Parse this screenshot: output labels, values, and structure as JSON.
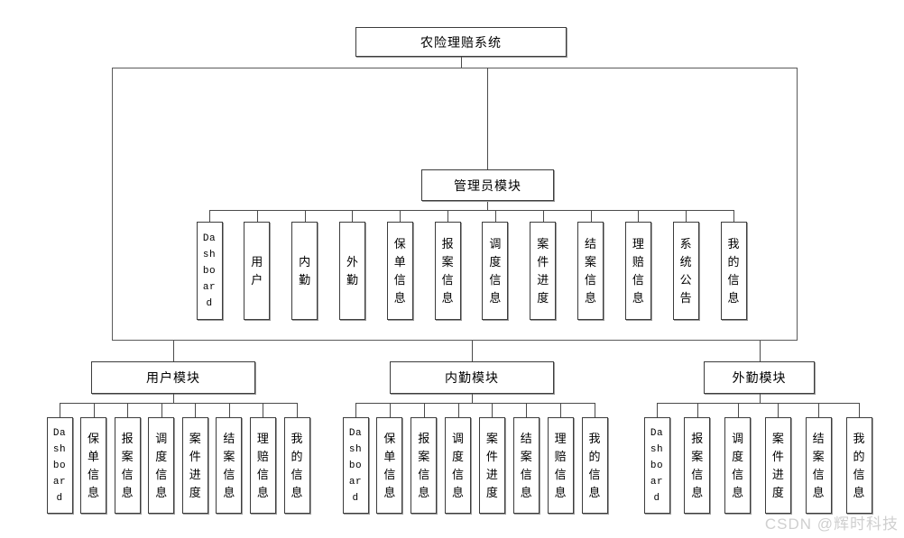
{
  "root": {
    "label": "农险理赔系统"
  },
  "admin": {
    "label": "管理员模块",
    "children": [
      "Dashboard",
      "用户",
      "内勤",
      "外勤",
      "保单信息",
      "报案信息",
      "调度信息",
      "案件进度",
      "结案信息",
      "理赔信息",
      "系统公告",
      "我的信息"
    ]
  },
  "modules": [
    {
      "label": "用户模块",
      "children": [
        "Dashboard",
        "保单信息",
        "报案信息",
        "调度信息",
        "案件进度",
        "结案信息",
        "理赔信息",
        "我的信息"
      ]
    },
    {
      "label": "内勤模块",
      "children": [
        "Dashboard",
        "保单信息",
        "报案信息",
        "调度信息",
        "案件进度",
        "结案信息",
        "理赔信息",
        "我的信息"
      ]
    },
    {
      "label": "外勤模块",
      "children": [
        "Dashboard",
        "报案信息",
        "调度信息",
        "案件进度",
        "结案信息",
        "我的信息"
      ]
    }
  ],
  "watermark": "CSDN @辉时科技",
  "colors": {
    "background": "#ffffff",
    "line": "#4a4a4a",
    "box_border": "#3c3c3c",
    "box_shadow": "#9a9a9a",
    "text": "#000000",
    "watermark": "#cfcfcf"
  }
}
